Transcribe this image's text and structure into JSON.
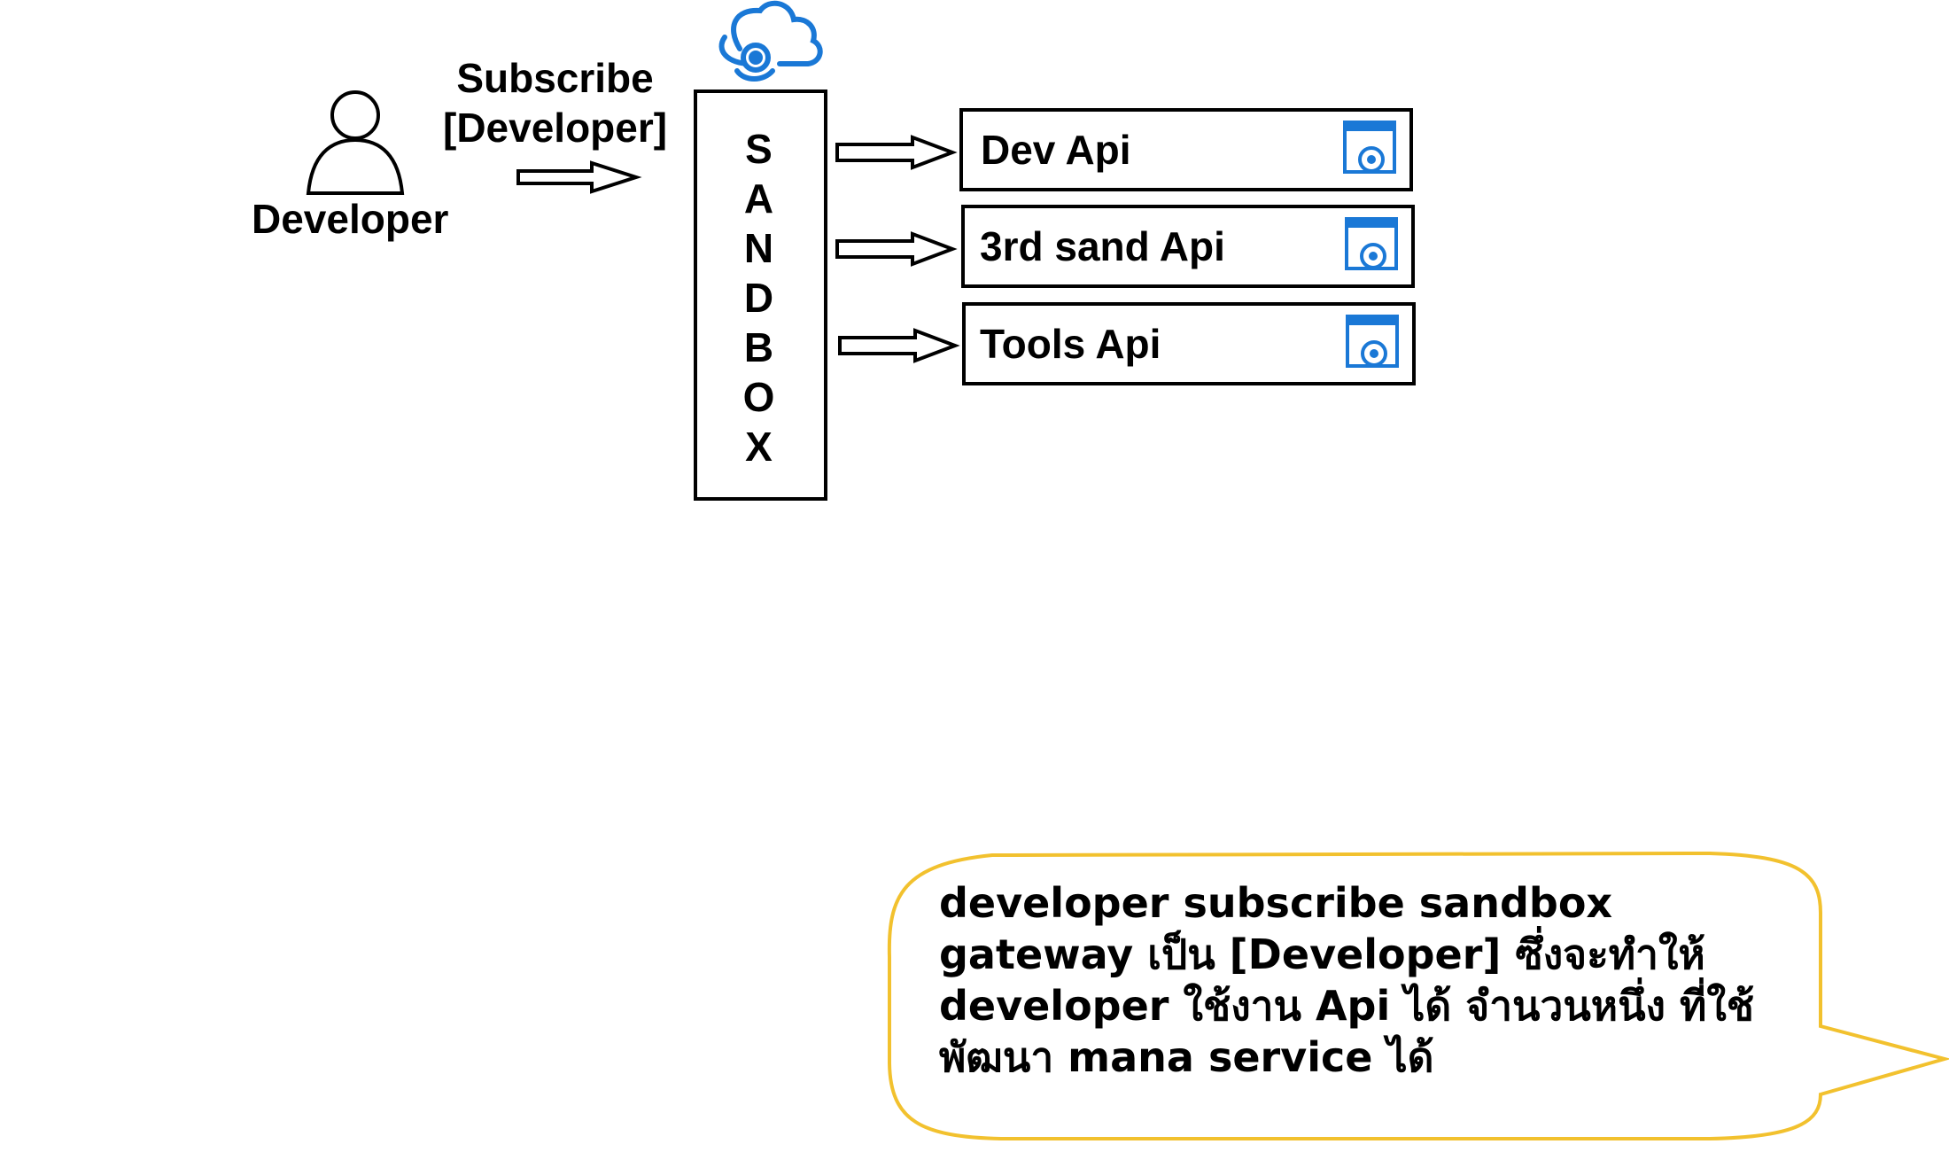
{
  "actor": {
    "label": "Developer",
    "icon": "person-icon"
  },
  "subscribe": {
    "line1": "Subscribe",
    "line2": "[Developer]"
  },
  "sandbox": {
    "letters": [
      "S",
      "A",
      "N",
      "D",
      "B",
      "O",
      "X"
    ],
    "icon": "cloud-api-icon",
    "icon_color": "#1a78d6"
  },
  "apis": [
    {
      "label": "Dev Api",
      "icon": "api-management-icon"
    },
    {
      "label": "3rd sand Api",
      "icon": "api-management-icon"
    },
    {
      "label": "Tools Api",
      "icon": "api-management-icon"
    }
  ],
  "callout": {
    "text": "developer subscribe sandbox gateway เป็น [Developer] ซึ่งจะทำให้ developer ใช้งาน Api ได้ จำนวนหนึ่ง ที่ใช้พัฒนา mana service ได้",
    "border_color": "#f2c12e"
  }
}
